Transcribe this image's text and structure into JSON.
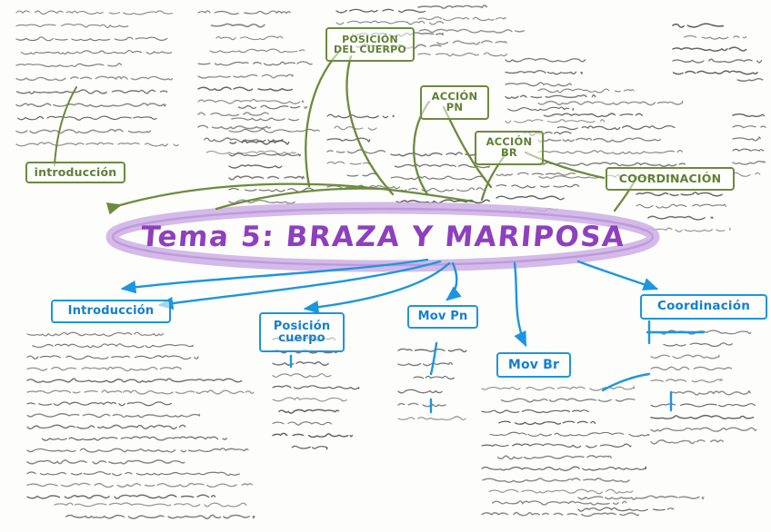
{
  "document": {
    "kind": "handwritten-mind-map",
    "title": "Tema 5: BRAZA Y MARIPOSA",
    "paper_color": "#fdfdfb",
    "ink_colors": {
      "title_purple": "#8e3fbe",
      "title_highlighter": "#ccaee4",
      "green": "#6b8b3d",
      "blue": "#1b96e0",
      "pencil": "#4a4a4a"
    }
  },
  "center": {
    "label": "Tema 5: BRAZA Y MARIPOSA",
    "color": "#8e3fbe"
  },
  "upper_branches": [
    {
      "id": "introduccion-green",
      "label": "introducción",
      "color": "#6b8b3d"
    },
    {
      "id": "posicion-cuerpo-green",
      "label": "POSICIÓN\nDEL CUERPO",
      "color": "#6b8b3d"
    },
    {
      "id": "accion-pn-green",
      "label": "ACCIÓN\nPN",
      "color": "#6b8b3d"
    },
    {
      "id": "accion-br-green",
      "label": "ACCIÓN\nBR",
      "color": "#6b8b3d"
    },
    {
      "id": "coordinacion-green",
      "label": "COORDINACIÓN",
      "color": "#6b8b3d"
    }
  ],
  "lower_branches": [
    {
      "id": "introduccion-blue",
      "label": "Introducción",
      "color": "#1b96e0"
    },
    {
      "id": "posicion-cuerpo-blue",
      "label": "Posición\ncuerpo",
      "color": "#1b96e0"
    },
    {
      "id": "mov-pn-blue",
      "label": "Mov Pn",
      "color": "#1b96e0"
    },
    {
      "id": "mov-br-blue",
      "label": "Mov Br",
      "color": "#1b96e0"
    },
    {
      "id": "coordinacion-blue",
      "label": "Coordinación",
      "color": "#1b96e0"
    }
  ],
  "note_blocks": [
    {
      "id": "note-top-left",
      "lines": 11,
      "desc": "pencil notes, top-left corner"
    },
    {
      "id": "note-top-center-left",
      "lines": 12,
      "desc": "pencil notes, upper middle-left"
    },
    {
      "id": "note-top-center",
      "lines": 8,
      "desc": "pencil notes above centre"
    },
    {
      "id": "note-top-right-a",
      "lines": 8,
      "desc": "pencil notes right of ACCIÓN PN"
    },
    {
      "id": "note-top-right-b",
      "lines": 5,
      "desc": "pencil notes, top-right corner"
    },
    {
      "id": "note-top-right-c",
      "lines": 9,
      "desc": "pencil notes, far right column"
    },
    {
      "id": "note-mid-center",
      "lines": 7,
      "desc": "pencil notes under green branches"
    },
    {
      "id": "note-bottom-left",
      "lines": 15,
      "desc": "pencil notes under Introducción"
    },
    {
      "id": "note-bottom-posicion",
      "lines": 10,
      "desc": "pencil notes under Posición cuerpo"
    },
    {
      "id": "note-bottom-movpn",
      "lines": 6,
      "desc": "pencil notes under Mov Pn"
    },
    {
      "id": "note-bottom-movbr",
      "lines": 12,
      "desc": "pencil notes under Mov Br"
    },
    {
      "id": "note-bottom-coord",
      "lines": 10,
      "desc": "pencil notes under Coordinación"
    }
  ]
}
